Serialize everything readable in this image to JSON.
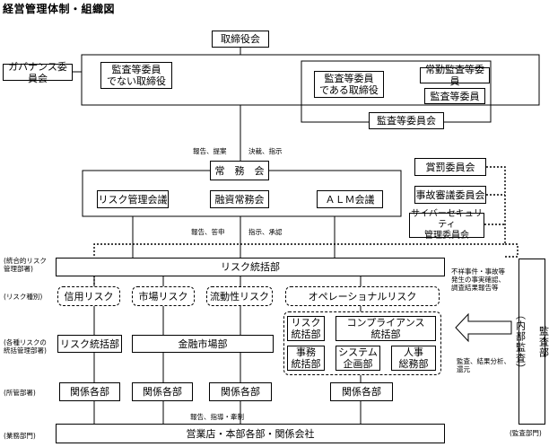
{
  "title": "経営管理体制・組織図",
  "boxes": {
    "board": "取締役会",
    "governance": "ガバナンス委員会",
    "non_audit_directors": "監査等委員\nでない取締役",
    "audit_directors": "監査等委員\nである取締役",
    "fulltime_audit": "常勤監査等委員",
    "audit_member": "監査等委員",
    "audit_committee": "監査等委員会",
    "executive_committee": "常　務　会",
    "risk_council": "リスク管理会議",
    "loan_committee": "融資常務会",
    "alm_council": "ＡＬＭ会議",
    "reward_committee": "賞罰委員会",
    "accident_committee": "事故審議委員会",
    "cyber_committee": "サイバーセキュリティ\n管理委員会",
    "risk_control_div": "リスク統括部",
    "credit_risk": "信用リスク",
    "market_risk": "市場リスク",
    "liquidity_risk": "流動性リスク",
    "operational_risk": "オペレーショナルリスク",
    "risk_control_sub": "リスク\n統括部",
    "compliance_div": "コンプライアンス\n統括部",
    "admin_div": "事務\n統括部",
    "system_div": "システム\n企画部",
    "hr_div": "人事\n総務部",
    "risk_div_credit": "リスク統括部",
    "financial_markets": "金融市場部",
    "related_1": "関係各部",
    "related_2": "関係各部",
    "related_3": "関係各部",
    "related_4": "関係各部",
    "branches": "営業店・本部各部・関係会社",
    "audit_dept": "監査部\n\n（内部監査）"
  },
  "labels": {
    "report_proposal": "報告、提案",
    "resolution_instruction": "決裁、指示",
    "report_reply": "報告、答申",
    "instruction_approval": "指示、承認",
    "incident_report": "不祥事件・事故等\n発生の事実確認、\n調査結果報告等",
    "audit_actions": "監査、結果分析、\n還元",
    "report_guide": "報告、指導・牽制",
    "row_integrated": "(統合的リスク\n管理部署)",
    "row_risk_type": "(リスク種別)",
    "row_each_risk": "(各種リスクの\n統括管理部署)",
    "row_dept": "(所管部署)",
    "row_business": "(業務部門)",
    "row_audit": "(監査部門)"
  }
}
